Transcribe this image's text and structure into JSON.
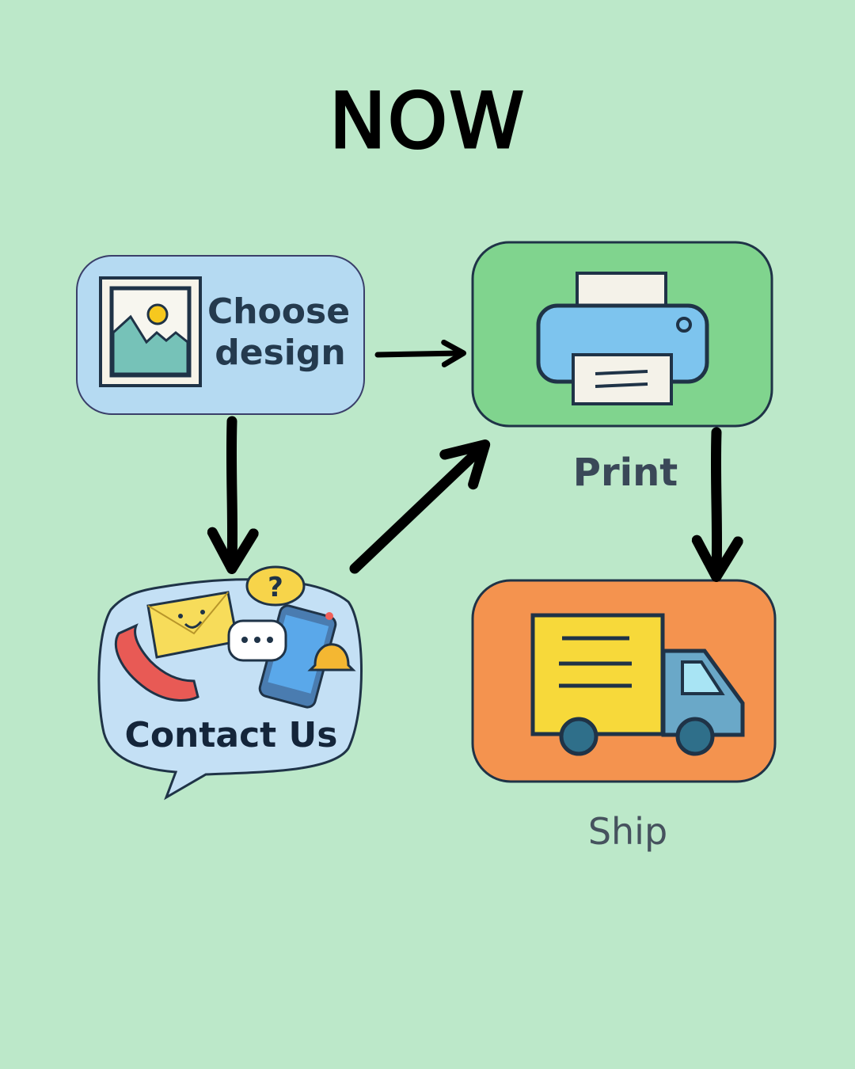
{
  "title": "NOW",
  "steps": {
    "choose_design": {
      "label_line1": "Choose",
      "label_line2": "design"
    },
    "print": {
      "label": "Print"
    },
    "ship": {
      "label": "Ship"
    },
    "contact": {
      "label": "Contact Us",
      "question_mark": "?"
    }
  },
  "colors": {
    "background": "#bce8c9",
    "choose_box": "#b5daf2",
    "print_box": "#80d48e",
    "ship_box": "#f4934f",
    "contact_bubble": "#c4e0f5",
    "outline": "#1f3347"
  }
}
